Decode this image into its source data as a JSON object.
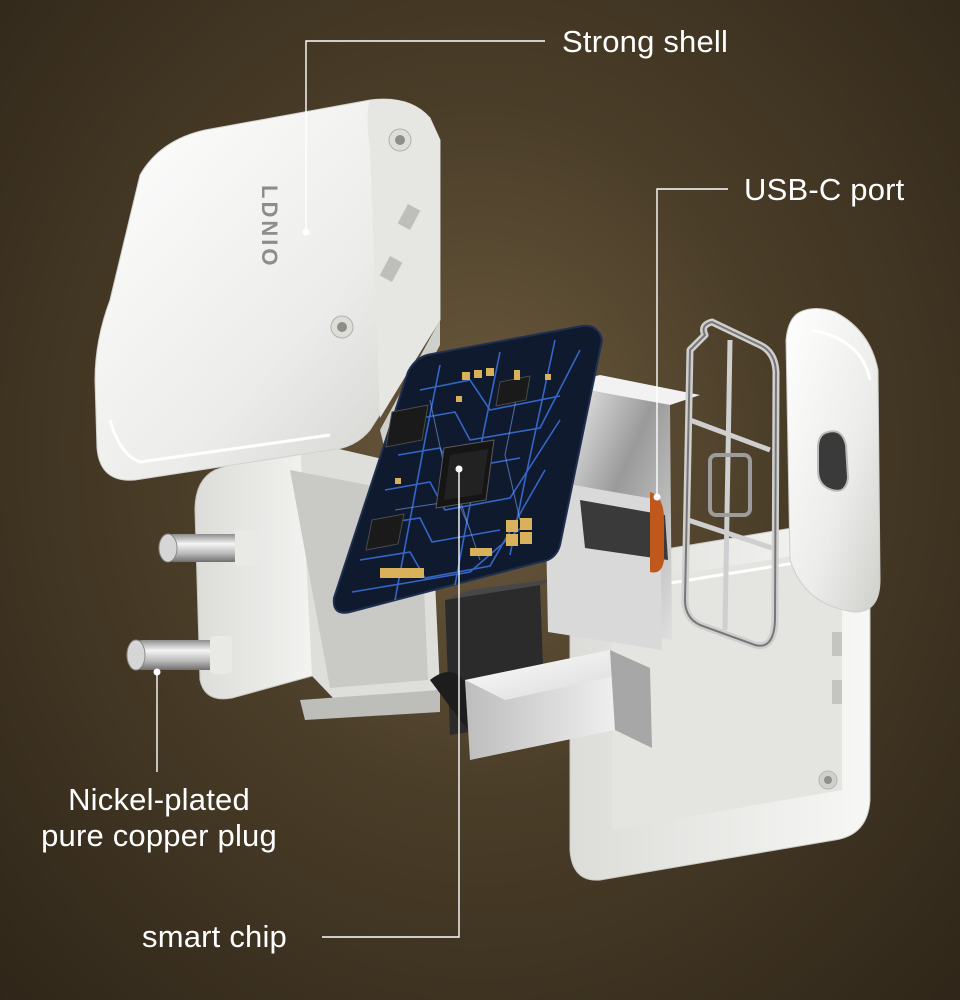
{
  "callouts": {
    "shell": "Strong shell",
    "usbc": "USB-C port",
    "plug_line1": "Nickel-plated",
    "plug_line2": "pure copper plug",
    "chip": "smart chip"
  },
  "brand": {
    "logo_text": "LDNIO"
  },
  "colors": {
    "background_center": "#6b5a3e",
    "background_edge": "#2f2619",
    "shell_white": "#f2f2f0",
    "pcb_dark": "#0f1a2e",
    "pcb_trace": "#3a6fd8",
    "gold": "#d8b15a",
    "label_text": "#ffffff"
  }
}
